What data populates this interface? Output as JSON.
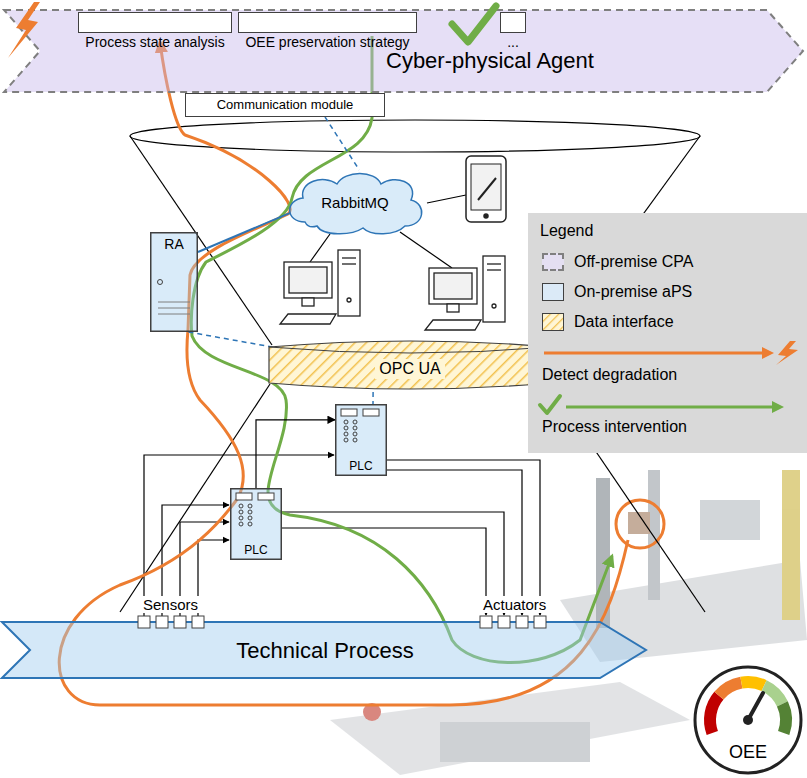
{
  "diagram": {
    "nodes": [
      {
        "text": [
          "Cyber-physical Agent"
        ]
      },
      {
        "text": [
          "Process state analysis"
        ],
        "in": 0
      },
      {
        "text": [
          "OEE preservation strategy"
        ],
        "in": 0
      },
      {
        "text": [
          "..."
        ],
        "in": 0
      },
      {
        "text": [
          "Communication module"
        ]
      },
      {
        "text": [
          "RabbitMQ"
        ]
      },
      {
        "text": [
          "RA"
        ]
      },
      {
        "text": [
          "OPC UA"
        ]
      },
      {
        "text": [
          "PLC"
        ]
      },
      {
        "text": [
          "PLC"
        ]
      },
      {
        "text": [
          "Technical Process"
        ]
      },
      {
        "text": [
          "OEE"
        ]
      }
    ],
    "edges": [
      {
        "from": 4,
        "to": 5,
        "arrow": "none"
      },
      {
        "from": 6,
        "to": 5,
        "arrow": "none"
      },
      {
        "from": 6,
        "to": 7,
        "arrow": "none"
      },
      {
        "from": 7,
        "to": 8,
        "arrow": "none"
      },
      {
        "from": 9,
        "to": 8,
        "arrow": "to"
      }
    ],
    "labels": [
      "Sensors",
      "Actuators",
      "Legend"
    ],
    "legend": [
      {
        "text": "Off-premise CPA",
        "color": "#e4dff2"
      },
      {
        "text": "On-premise aPS",
        "color": "#dbeaf7"
      },
      {
        "text": "Data interface"
      },
      {
        "text": "Detect degradation"
      },
      {
        "text": "Process intervention"
      }
    ]
  }
}
